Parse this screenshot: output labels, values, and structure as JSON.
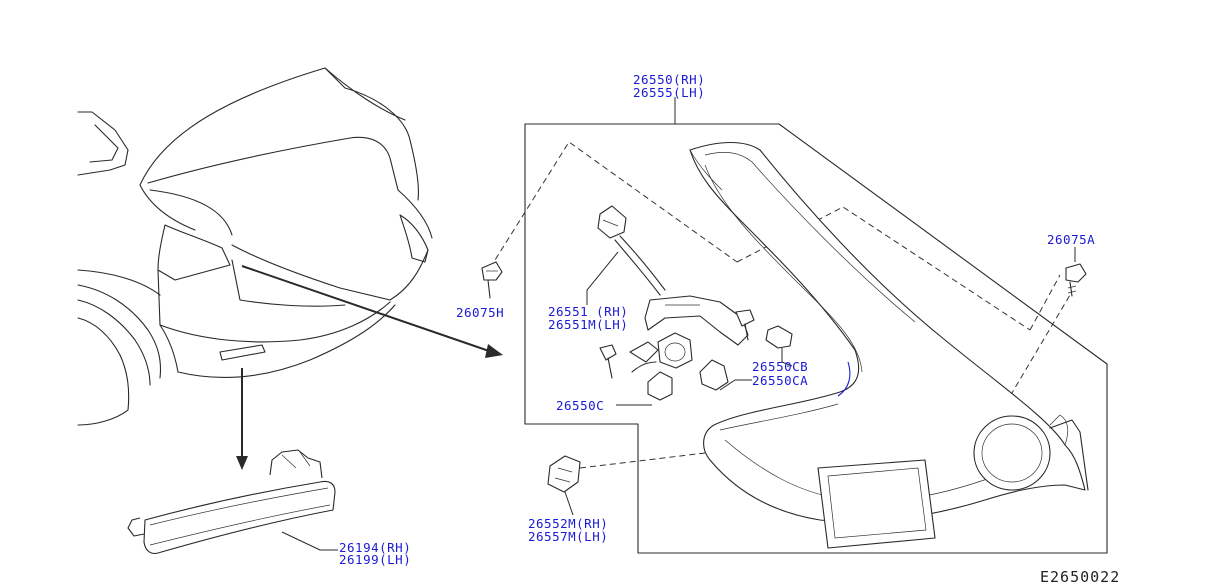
{
  "labels": {
    "tail_lamp_rh": "26550(RH)",
    "tail_lamp_lh": "26555(LH)",
    "screw_a": "26075A",
    "clip_h": "26075H",
    "harness_rh": "26551 (RH)",
    "harness_lh": "26551M(LH)",
    "bulb_cb": "26550CB",
    "bulb_ca": "26550CA",
    "bulb_c": "26550C",
    "socket_rh": "26552M(RH)",
    "socket_lh": "26557M(LH)",
    "reflector_rh": "26194(RH)",
    "reflector_lh": "26199(LH)"
  },
  "diagram_code": "E2650022",
  "colors": {
    "label_blue": "#1a1ad6",
    "line": "#2a2a2a"
  }
}
